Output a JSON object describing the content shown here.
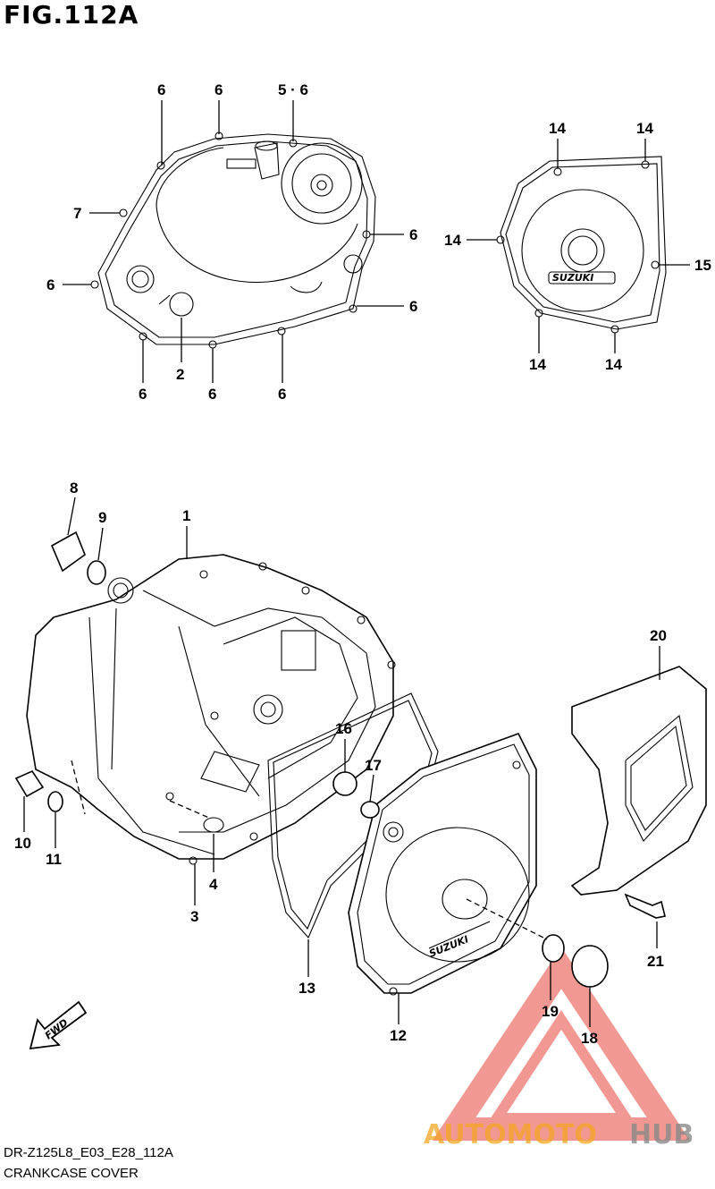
{
  "figure": {
    "title": "FIG.112A",
    "code": "DR-Z125L8_E03_E28_112A",
    "name": "CRANKCASE COVER"
  },
  "callouts": {
    "c1": "1",
    "c2": "2",
    "c3": "3",
    "c4": "4",
    "c56": "5 · 6",
    "c6a": "6",
    "c6b": "6",
    "c6c": "6",
    "c6d": "6",
    "c6e": "6",
    "c6f": "6",
    "c6g": "6",
    "c6h": "6",
    "c7": "7",
    "c8": "8",
    "c9": "9",
    "c10": "10",
    "c11": "11",
    "c12": "12",
    "c13": "13",
    "c14a": "14",
    "c14b": "14",
    "c14c": "14",
    "c14d": "14",
    "c14e": "14",
    "c15": "15",
    "c16": "16",
    "c17": "17",
    "c18": "18",
    "c19": "19",
    "c20": "20",
    "c21": "21"
  },
  "logos": {
    "top_cover": "SUZUKI",
    "main_cover": "SUZUKI",
    "fwd_arrow": "FWD"
  },
  "watermark": {
    "text_a": "AUTOMOTO",
    "text_b": "HUB",
    "color_a": "#f5a623",
    "color_b": "#8a8a8a",
    "triangle_color": "#e8453c"
  }
}
